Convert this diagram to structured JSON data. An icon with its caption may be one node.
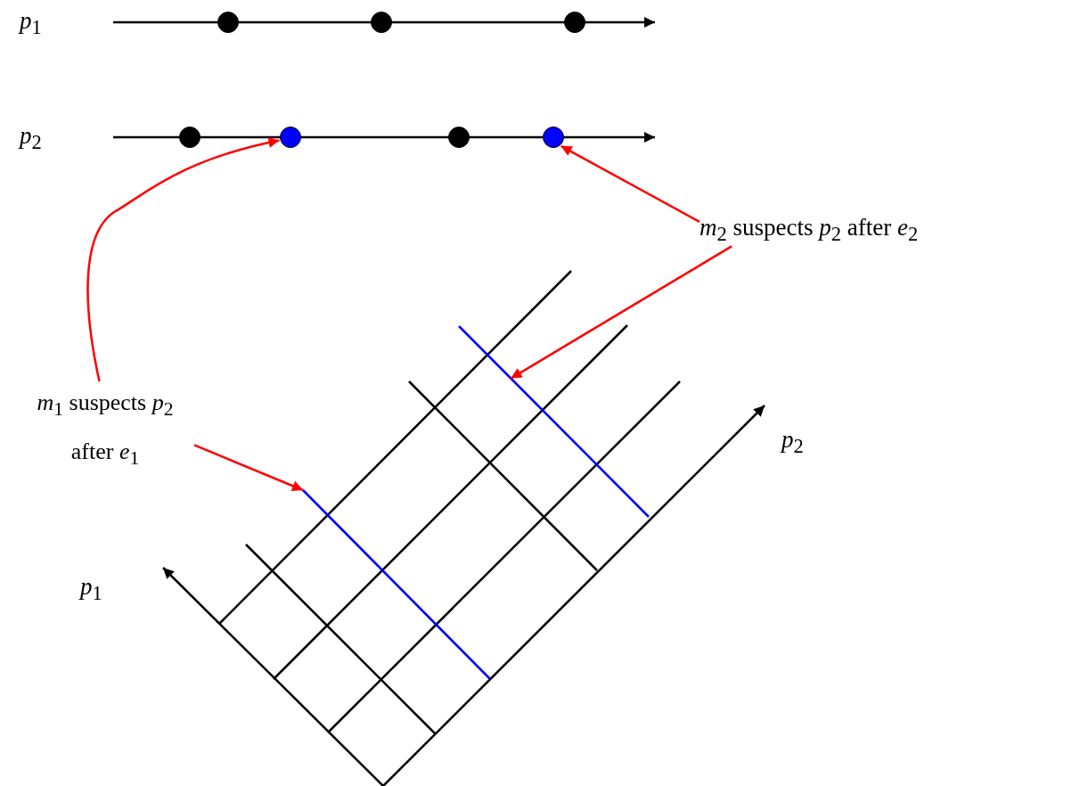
{
  "diagram": {
    "nodes": [
      {
        "text": [
          "*m*$_{1}$ suspects *p*$_{2}$ after *e*$_{1}$"
        ]
      },
      {
        "text": [
          "*m*$_{2}$ suspects *p*$_{2}$ after *e*$_{2}$"
        ]
      },
      {
        "text": [],
        "shape": "circle"
      },
      {
        "text": [],
        "shape": "circle"
      },
      {
        "text": [],
        "shape": "circle"
      },
      {
        "text": [],
        "shape": "circle"
      },
      {
        "text": [],
        "shape": "circle"
      },
      {
        "text": [],
        "shape": "circle"
      },
      {
        "text": [],
        "shape": "circle"
      },
      {
        "text": [],
        "shape": "line"
      },
      {
        "text": [],
        "shape": "line"
      }
    ],
    "edges": [
      {
        "from": 0,
        "to": 6,
        "arrow": "to"
      },
      {
        "from": 1,
        "to": 8,
        "arrow": "to"
      },
      {
        "from": 1,
        "to": 10,
        "arrow": "to"
      },
      {
        "from": 0,
        "to": 9,
        "arrow": "to"
      }
    ],
    "labels": [
      "*p*$_{1}$",
      "*p*$_{2}$",
      "*p*$_{2}$",
      "*p*$_{1}$"
    ]
  }
}
